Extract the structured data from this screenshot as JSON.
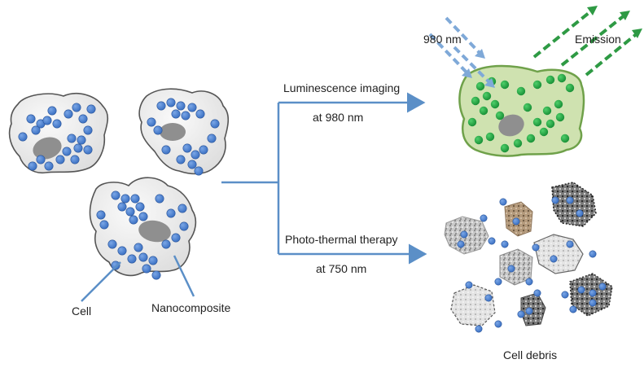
{
  "labels": {
    "luminescence_imaging": "Luminescence imaging",
    "imaging_wavelength": "at 980 nm",
    "photo_thermal_therapy": "Photo-thermal therapy",
    "therapy_wavelength": "at 750 nm",
    "excitation": "980 nm",
    "emission": "Emission",
    "cell": "Cell",
    "nanocomposite": "Nanocomposite",
    "cell_debris": "Cell debris"
  },
  "colors": {
    "cell_fill": "#ececec",
    "cell_stroke": "#555555",
    "nucleus": "#8f8f8f",
    "nanoparticle": "#3d72c4",
    "arrow": "#5b8fc7",
    "lit_cell_fill": "#cfe2b0",
    "lit_cell_stroke": "#6fa14a",
    "emitting_particle": "#1fa03c",
    "emission_arrow": "#2e9a44",
    "excitation_arrow": "#7fa9d8"
  },
  "icons": {
    "cell": "cell-icon",
    "nucleus": "nucleus-icon",
    "nanoparticle": "nanoparticle-icon",
    "debris": "debris-fragment-icon"
  }
}
